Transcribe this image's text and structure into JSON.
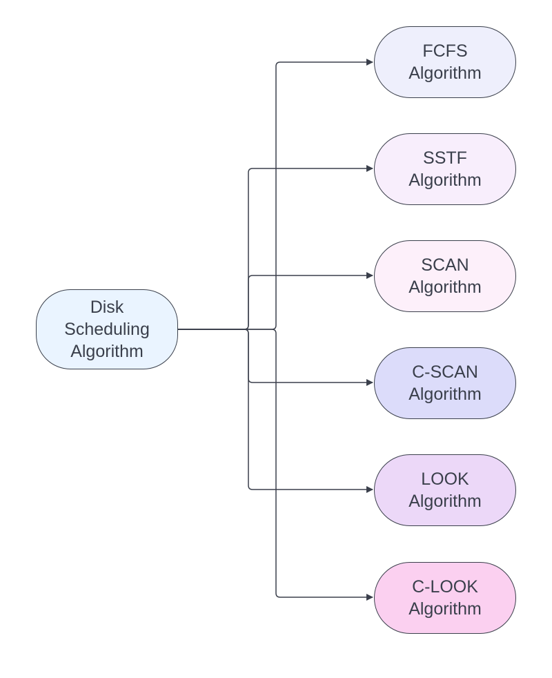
{
  "root": {
    "label": "Disk\nScheduling\nAlgorithm",
    "fill": "#eaf4ff"
  },
  "algorithms": [
    {
      "label": "FCFS\nAlgorithm",
      "fill": "#eeeffc"
    },
    {
      "label": "SSTF\nAlgorithm",
      "fill": "#f8eefc"
    },
    {
      "label": "SCAN\nAlgorithm",
      "fill": "#fdf0fa"
    },
    {
      "label": "C-SCAN\nAlgorithm",
      "fill": "#dcdcfa"
    },
    {
      "label": "LOOK\nAlgorithm",
      "fill": "#ecd8f8"
    },
    {
      "label": "C-LOOK\nAlgorithm",
      "fill": "#fbd0f0"
    }
  ],
  "colors": {
    "stroke": "#3a3f4b",
    "text": "#3a3f4b",
    "background": "#ffffff"
  }
}
